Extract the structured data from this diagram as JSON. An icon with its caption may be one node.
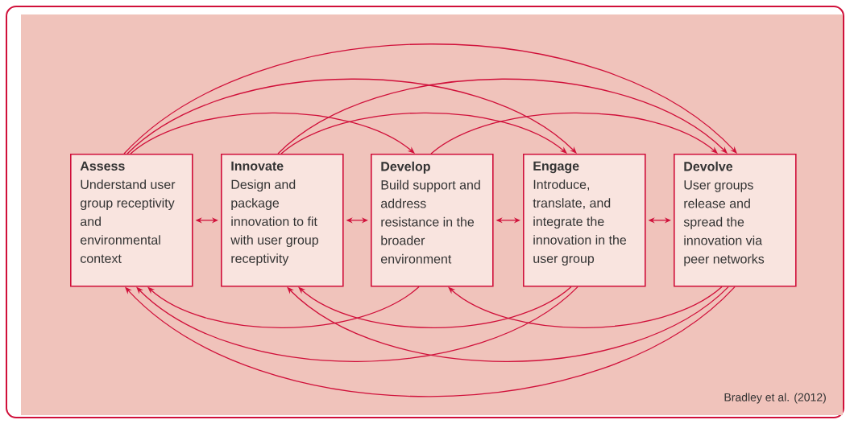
{
  "diagram": {
    "nodes": [
      {
        "text": [
          "Assess",
          "Understand user group receptivity and environmental context"
        ]
      },
      {
        "text": [
          "Innovate",
          "Design and package innovation to fit with user group receptivity"
        ]
      },
      {
        "text": [
          "Develop",
          "Build support and address resistance in the broader environment"
        ]
      },
      {
        "text": [
          "Engage",
          "Introduce, translate, and integrate the innovation in the user group"
        ]
      },
      {
        "text": [
          "Devolve",
          "User groups release and spread the innovation via peer networks"
        ]
      }
    ],
    "edges": [
      {
        "from": 0,
        "to": 2,
        "arrow": "to"
      },
      {
        "from": 0,
        "to": 3,
        "arrow": "to"
      },
      {
        "from": 0,
        "to": 4,
        "arrow": "to"
      },
      {
        "from": 1,
        "to": 3,
        "arrow": "to"
      },
      {
        "from": 1,
        "to": 4,
        "arrow": "to"
      },
      {
        "from": 2,
        "to": 4,
        "arrow": "to"
      },
      {
        "from": 0,
        "to": 1,
        "arrow": "both"
      },
      {
        "from": 1,
        "to": 2,
        "arrow": "both"
      },
      {
        "from": 2,
        "to": 3,
        "arrow": "both"
      },
      {
        "from": 3,
        "to": 4,
        "arrow": "both"
      },
      {
        "from": 2,
        "to": 0,
        "arrow": "to"
      },
      {
        "from": 3,
        "to": 1,
        "arrow": "to"
      },
      {
        "from": 4,
        "to": 2,
        "arrow": "to"
      },
      {
        "from": 3,
        "to": 0,
        "arrow": "to"
      },
      {
        "from": 4,
        "to": 1,
        "arrow": "to"
      },
      {
        "from": 4,
        "to": 0,
        "arrow": "to"
      }
    ],
    "labels": [
      "Bradley et al. (2012)"
    ]
  }
}
